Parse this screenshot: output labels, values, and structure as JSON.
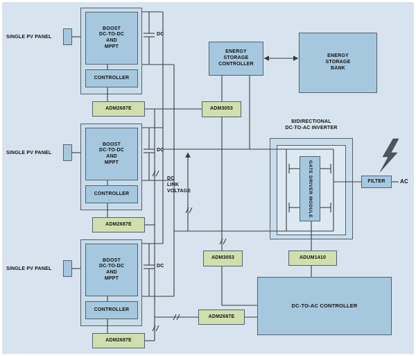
{
  "diagram": {
    "colors": {
      "background": "#d7e3ee",
      "box_blue": "#a6c8df",
      "box_light": "#c9dcea",
      "box_inner": "#dce9f3",
      "green": "#cfe0ae",
      "line": "#3a3a3a",
      "text": "#111111"
    },
    "branches": [
      {
        "pv_label": "SINGLE PV PANEL",
        "boost": "BOOST\nDC-TO-DC\nAND\nMPPT",
        "controller": "CONTROLLER",
        "isolator": "ADM2687E",
        "cap_label": "DC"
      },
      {
        "pv_label": "SINGLE PV PANEL",
        "boost": "BOOST\nDC-TO-DC\nAND\nMPPT",
        "controller": "CONTROLLER",
        "isolator": "ADM2687E",
        "cap_label": "DC"
      },
      {
        "pv_label": "SINGLE PV PANEL",
        "boost": "BOOST\nDC-TO-DC\nAND\nMPPT",
        "controller": "CONTROLLER",
        "isolator": "ADM2687E",
        "cap_label": "DC"
      }
    ],
    "dc_link_label": "DC\nLINK\nVOLTAGE",
    "adm3053_top": "ADM3053",
    "adm3053_bottom": "ADM3053",
    "adm2687e_bus": "ADM2687E",
    "energy_storage_controller": "ENERGY\nSTORAGE\nCONTROLLER",
    "energy_storage_bank": "ENERGY\nSTORAGE\nBANK",
    "inverter_title": "BIDIRECTIONAL\nDC-TO-AC INVERTER",
    "gate_driver_module": "GATE DRIVER MODULE",
    "adum1410": "ADUM1410",
    "filter": "FILTER",
    "ac_label": "AC",
    "dc_to_ac_controller": "DC-TO-AC CONTROLLER"
  }
}
